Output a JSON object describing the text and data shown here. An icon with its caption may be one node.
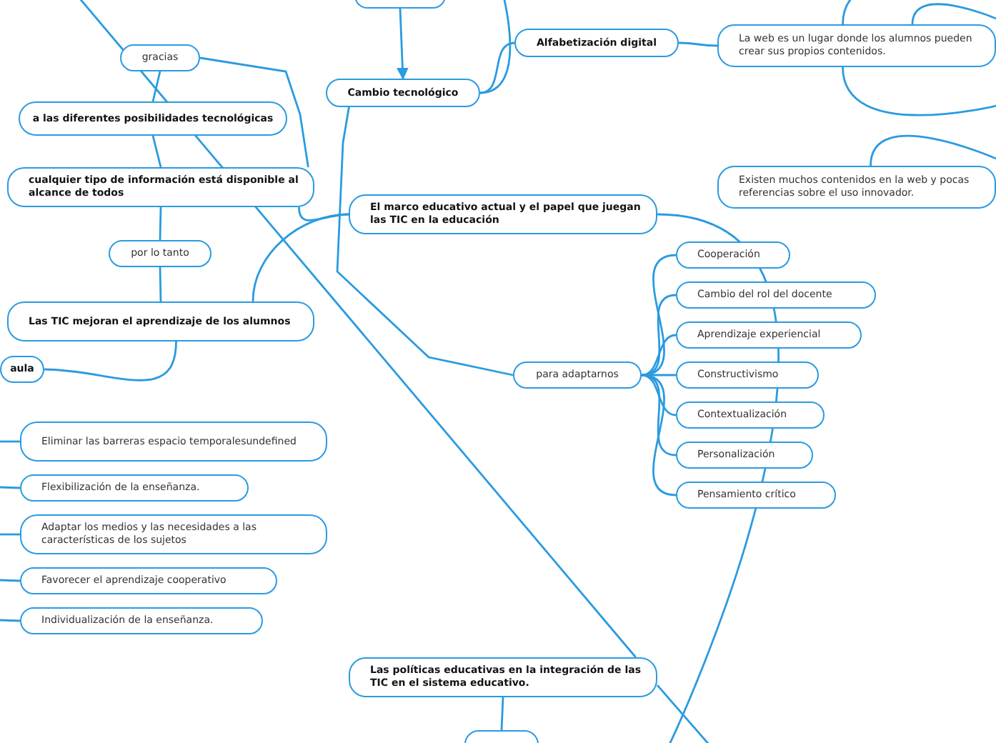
{
  "diagram": {
    "nodes": [
      {
        "text": [
          "El marco educativo actual y el papel que juegan las TIC en la educación"
        ]
      },
      {
        "text": [],
        "shape": "box"
      },
      {
        "text": [
          "Cambio tecnológico"
        ]
      },
      {
        "text": [
          "Alfabetización digital"
        ]
      },
      {
        "text": [
          "La web es un lugar donde los alumnos pueden crear sus propios contenidos."
        ]
      },
      {
        "text": [
          "Existen muchos contenidos en la web y pocas referencias sobre el uso innovador."
        ]
      },
      {
        "text": [
          "para adaptarnos"
        ]
      },
      {
        "text": [
          "Cooperación"
        ]
      },
      {
        "text": [
          "Cambio del rol del docente"
        ]
      },
      {
        "text": [
          "Aprendizaje experiencial"
        ]
      },
      {
        "text": [
          "Constructivismo"
        ]
      },
      {
        "text": [
          "Contextualización"
        ]
      },
      {
        "text": [
          "Personalización"
        ]
      },
      {
        "text": [
          "Pensamiento crítico"
        ]
      },
      {
        "text": [
          "gracias"
        ]
      },
      {
        "text": [
          "a las diferentes posibilidades tecnológicas"
        ]
      },
      {
        "text": [
          "cualquier tipo de información está disponible al alcance de todos"
        ]
      },
      {
        "text": [
          "por lo tanto"
        ]
      },
      {
        "text": [
          "Las TIC mejoran el aprendizaje de los alumnos"
        ]
      },
      {
        "text": [
          "aula"
        ]
      },
      {
        "text": [
          "Eliminar las barreras espacio temporalesundefined"
        ]
      },
      {
        "text": [
          "Flexibilización de la enseñanza."
        ]
      },
      {
        "text": [
          "Adaptar los medios y las necesidades a las características de los sujetos"
        ]
      },
      {
        "text": [
          "Favorecer el aprendizaje cooperativo"
        ]
      },
      {
        "text": [
          "Individualización de la enseñanza."
        ]
      },
      {
        "text": [
          "Las políticas educativas en la integración de las TIC en el sistema educativo."
        ]
      },
      {
        "text": [],
        "shape": "box"
      }
    ],
    "edges": [
      {
        "from": 1,
        "to": 2,
        "arrow": "to"
      },
      {
        "from": 2,
        "to": null,
        "arrow": "none"
      },
      {
        "from": 2,
        "to": 3,
        "arrow": "none"
      },
      {
        "from": 3,
        "to": 4,
        "arrow": "none"
      },
      {
        "from": 4,
        "to": null,
        "arrow": "none"
      },
      {
        "from": 4,
        "to": null,
        "arrow": "none"
      },
      {
        "from": 4,
        "to": null,
        "arrow": "none"
      },
      {
        "from": 5,
        "to": null,
        "arrow": "none"
      },
      {
        "from": 2,
        "to": 6,
        "arrow": "none"
      },
      {
        "from": 6,
        "to": 7,
        "arrow": "none"
      },
      {
        "from": 6,
        "to": 8,
        "arrow": "none"
      },
      {
        "from": 6,
        "to": 9,
        "arrow": "none"
      },
      {
        "from": 6,
        "to": 10,
        "arrow": "none"
      },
      {
        "from": 6,
        "to": 11,
        "arrow": "none"
      },
      {
        "from": 6,
        "to": 12,
        "arrow": "none"
      },
      {
        "from": 6,
        "to": 13,
        "arrow": "none"
      },
      {
        "from": 0,
        "to": null,
        "arrow": "none"
      },
      {
        "from": 0,
        "to": 16,
        "arrow": "none"
      },
      {
        "from": 0,
        "to": 18,
        "arrow": "none"
      },
      {
        "from": null,
        "to": 25,
        "arrow": "none"
      },
      {
        "from": 14,
        "to": 15,
        "arrow": "none"
      },
      {
        "from": 14,
        "to": 16,
        "arrow": "none"
      },
      {
        "from": 15,
        "to": 16,
        "arrow": "none"
      },
      {
        "from": 16,
        "to": 17,
        "arrow": "none"
      },
      {
        "from": 17,
        "to": 18,
        "arrow": "none"
      },
      {
        "from": 18,
        "to": 19,
        "arrow": "none"
      },
      {
        "from": null,
        "to": 20,
        "arrow": "none"
      },
      {
        "from": null,
        "to": 21,
        "arrow": "none"
      },
      {
        "from": null,
        "to": 22,
        "arrow": "none"
      },
      {
        "from": null,
        "to": 23,
        "arrow": "none"
      },
      {
        "from": null,
        "to": 24,
        "arrow": "none"
      },
      {
        "from": 25,
        "to": 26,
        "arrow": "none"
      },
      {
        "from": 25,
        "to": null,
        "arrow": "none"
      }
    ]
  }
}
